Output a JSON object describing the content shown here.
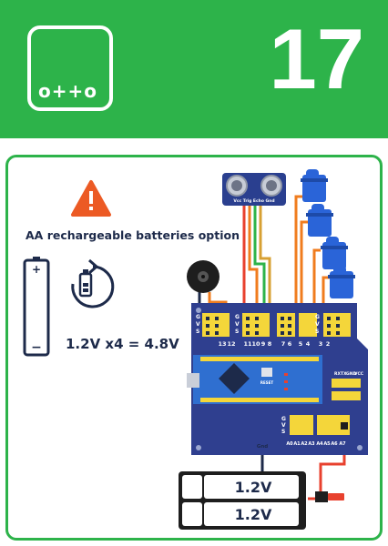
{
  "header": {
    "logo_text": "o++o",
    "step_number": "17"
  },
  "warning": {
    "title": "AA rechargeable  batteries option",
    "formula": "1.2V x4 = 4.8V",
    "battery_plus": "+",
    "battery_minus": "−"
  },
  "board": {
    "top_pin_labels": [
      "13",
      "12",
      "11",
      "10",
      "9",
      "8",
      "7",
      "6",
      "5",
      "4",
      "3",
      "2"
    ],
    "gvs_labels": [
      "G",
      "V",
      "S"
    ],
    "analog_labels": [
      "A0",
      "A1",
      "A2",
      "A3",
      "A4",
      "A5",
      "A6",
      "A7"
    ],
    "serial_labels": [
      "RX",
      "TX",
      "GND",
      "VCC"
    ],
    "gnd_label": "Gnd",
    "reset_label": "RESET",
    "sensor_pins": "Vcc Trig Echo Gnd"
  },
  "batteries": {
    "top_label": "1.2V",
    "bottom_label": "1.2V"
  },
  "colors": {
    "green": "#2db34a",
    "board_blue": "#2f3f8f",
    "nano_blue": "#2f6fd0",
    "header_yellow": "#f4d63a",
    "servo_blue": "#2a64d8",
    "warning_orange": "#ec5a24",
    "wire_orange": "#f07c1e",
    "wire_red": "#e8412e"
  }
}
